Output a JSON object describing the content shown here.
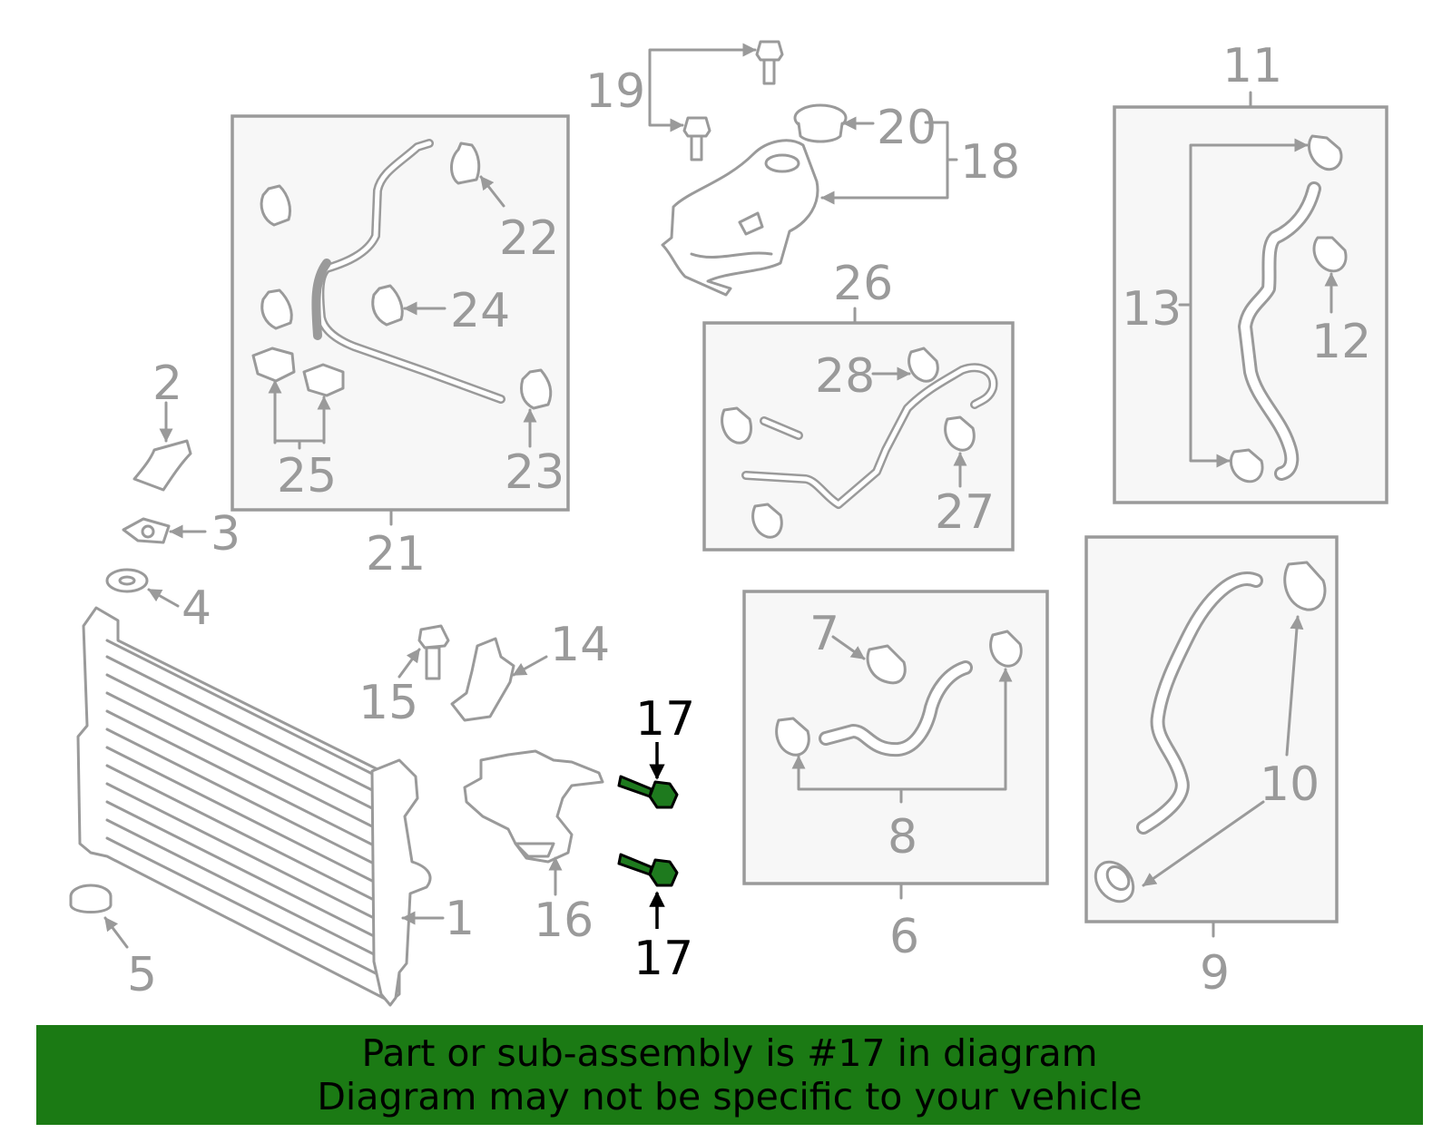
{
  "diagram": {
    "callouts": {
      "c1": "1",
      "c2": "2",
      "c3": "3",
      "c4": "4",
      "c5": "5",
      "c6": "6",
      "c7": "7",
      "c8": "8",
      "c9": "9",
      "c10": "10",
      "c11": "11",
      "c12": "12",
      "c13": "13",
      "c14": "14",
      "c15": "15",
      "c16": "16",
      "c17a": "17",
      "c17b": "17",
      "c18": "18",
      "c19": "19",
      "c20": "20",
      "c21": "21",
      "c22": "22",
      "c23": "23",
      "c24": "24",
      "c25": "25",
      "c26": "26",
      "c27": "27",
      "c28": "28"
    },
    "highlight_part": "17",
    "colors": {
      "line": "#9a9a9a",
      "highlight_fill": "#1e7a1e",
      "banner": "#1b7a14",
      "highlight_text": "#000000"
    }
  },
  "banner": {
    "line1": "Part or sub-assembly is #17 in diagram",
    "line2": "Diagram may not be specific to your vehicle"
  }
}
